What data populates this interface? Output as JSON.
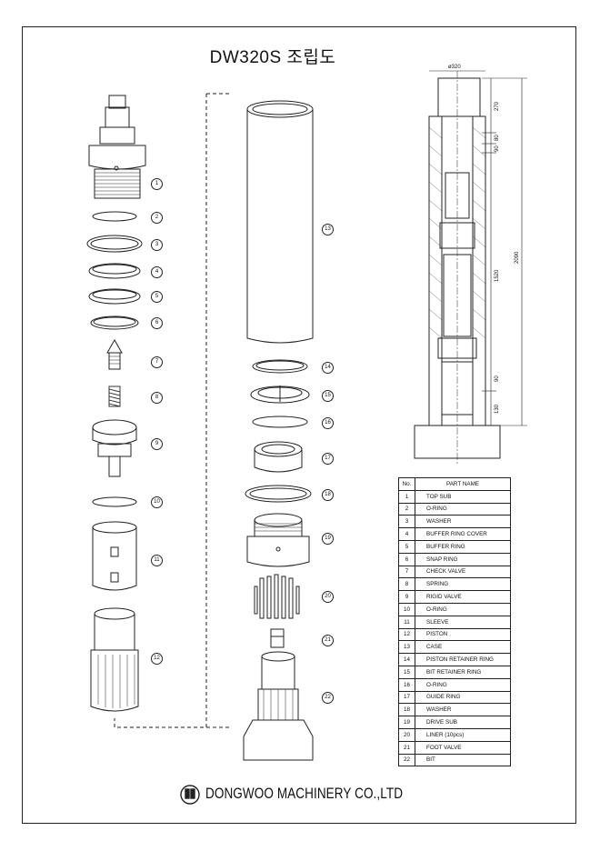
{
  "title": "DW320S 조립도",
  "company": "DONGWOO MACHINERY CO.,LTD",
  "dimensions": {
    "diameter": "ø320",
    "d270": "270",
    "d80": "80",
    "d90": "90",
    "d1520": "1520",
    "d2090": "2090",
    "d130": "130",
    "d90b": "90"
  },
  "table": {
    "header_no": "No.",
    "header_name": "PART NAME",
    "rows": [
      {
        "no": "1",
        "name": "TOP SUB"
      },
      {
        "no": "2",
        "name": "O-RING"
      },
      {
        "no": "3",
        "name": "WASHER"
      },
      {
        "no": "4",
        "name": "BUFFER RING COVER"
      },
      {
        "no": "5",
        "name": "BUFFER RING"
      },
      {
        "no": "6",
        "name": "SNAP RING"
      },
      {
        "no": "7",
        "name": "CHECK VALVE"
      },
      {
        "no": "8",
        "name": "SPRING"
      },
      {
        "no": "9",
        "name": "RIGID VALVE"
      },
      {
        "no": "10",
        "name": "O-RING"
      },
      {
        "no": "11",
        "name": "SLEEVE"
      },
      {
        "no": "12",
        "name": "PISTON"
      },
      {
        "no": "13",
        "name": "CASE"
      },
      {
        "no": "14",
        "name": "PISTON RETAINER RING"
      },
      {
        "no": "15",
        "name": "BIT RETAINER RING"
      },
      {
        "no": "16",
        "name": "O-RING"
      },
      {
        "no": "17",
        "name": "GUIDE RING"
      },
      {
        "no": "18",
        "name": "WASHER"
      },
      {
        "no": "19",
        "name": "DRIVE SUB"
      },
      {
        "no": "20",
        "name": "LINER (10pcs)"
      },
      {
        "no": "21",
        "name": "FOOT VALVE"
      },
      {
        "no": "22",
        "name": "BIT"
      }
    ]
  },
  "callouts": {
    "c1": "1",
    "c2": "2",
    "c3": "3",
    "c4": "4",
    "c5": "5",
    "c6": "6",
    "c7": "7",
    "c8": "8",
    "c9": "9",
    "c10": "10",
    "c11": "11",
    "c12": "12",
    "c13": "13",
    "c14": "14",
    "c15": "15",
    "c16": "16",
    "c17": "17",
    "c18": "18",
    "c19": "19",
    "c20": "20",
    "c21": "21",
    "c22": "22"
  }
}
